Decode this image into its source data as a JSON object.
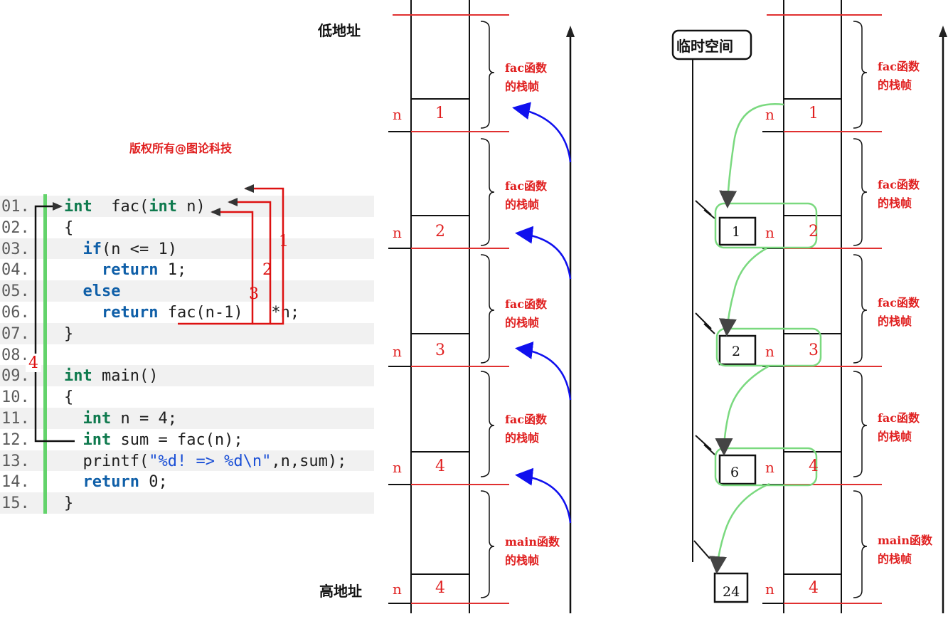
{
  "copyright": "版权所有@图论科技",
  "code_lines": [
    {
      "no": "01.",
      "parts": [
        [
          "kw",
          "int"
        ],
        [
          "",
          "  fac("
        ],
        [
          "kw",
          "int"
        ],
        [
          "",
          " n)"
        ]
      ]
    },
    {
      "no": "02.",
      "parts": [
        [
          "",
          "{"
        ]
      ]
    },
    {
      "no": "03.",
      "parts": [
        [
          "kw2",
          "  if"
        ],
        [
          "",
          "(n <= 1)"
        ]
      ]
    },
    {
      "no": "04.",
      "parts": [
        [
          "kw2",
          "    return"
        ],
        [
          "",
          " 1;"
        ]
      ]
    },
    {
      "no": "05.",
      "parts": [
        [
          "kw2",
          "  else"
        ]
      ]
    },
    {
      "no": "06.",
      "parts": [
        [
          "kw2",
          "    return"
        ],
        [
          "",
          " fac(n-1)   *n;"
        ]
      ]
    },
    {
      "no": "07.",
      "parts": [
        [
          "",
          "}"
        ]
      ]
    },
    {
      "no": "08.",
      "parts": []
    },
    {
      "no": "09.",
      "parts": [
        [
          "kw",
          "int"
        ],
        [
          "",
          " main()"
        ]
      ]
    },
    {
      "no": "10.",
      "parts": [
        [
          "",
          "{"
        ]
      ]
    },
    {
      "no": "11.",
      "parts": [
        [
          "kw",
          "  int"
        ],
        [
          "",
          " n = 4;"
        ]
      ]
    },
    {
      "no": "12.",
      "parts": [
        [
          "kw",
          "  int"
        ],
        [
          "",
          " sum = fac(n);"
        ]
      ]
    },
    {
      "no": "13.",
      "parts": [
        [
          "",
          "  printf("
        ],
        [
          "str",
          "\"%d! => %d\\n\""
        ],
        [
          "",
          ",n,sum);"
        ]
      ]
    },
    {
      "no": "14.",
      "parts": [
        [
          "kw2",
          "  return"
        ],
        [
          "",
          " 0;"
        ]
      ]
    },
    {
      "no": "15.",
      "parts": [
        [
          "",
          "}"
        ]
      ]
    }
  ],
  "call_labels": [
    "1",
    "2",
    "3",
    "4"
  ],
  "address": {
    "low": "低地址",
    "high": "高地址"
  },
  "temp_space": "临时空间",
  "frames": [
    {
      "l1": "fac函数",
      "l2": "的栈帧",
      "var": "n",
      "val": "1"
    },
    {
      "l1": "fac函数",
      "l2": "的栈帧",
      "var": "n",
      "val": "2"
    },
    {
      "l1": "fac函数",
      "l2": "的栈帧",
      "var": "n",
      "val": "3"
    },
    {
      "l1": "fac函数",
      "l2": "的栈帧",
      "var": "n",
      "val": "4"
    },
    {
      "l1": "main函数",
      "l2": "的栈帧",
      "var": "n",
      "val": "4"
    }
  ],
  "temp_values": [
    "1",
    "2",
    "6",
    "24"
  ]
}
